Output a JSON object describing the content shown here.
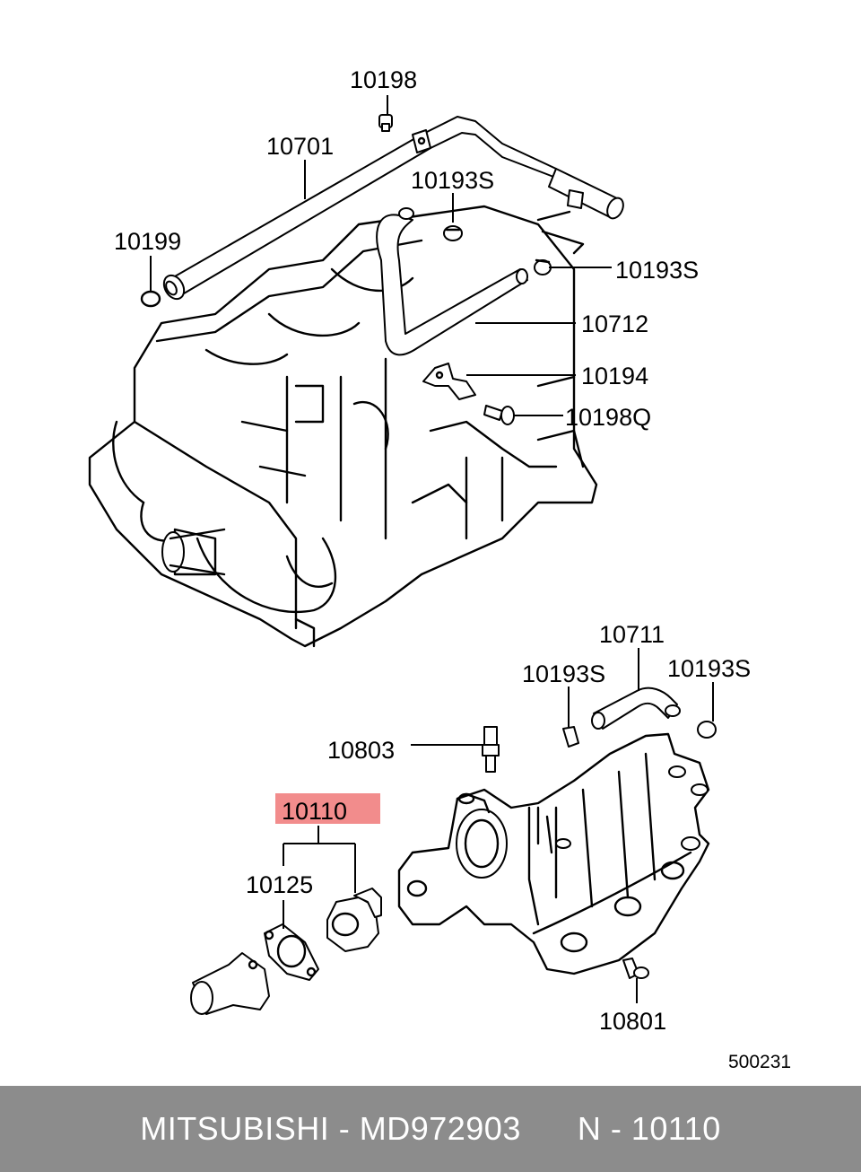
{
  "callouts": {
    "p10198": "10198",
    "p10701": "10701",
    "p10193s_top": "10193S",
    "p10199": "10199",
    "p10193s_right": "10193S",
    "p10712": "10712",
    "p10194": "10194",
    "p10198q": "10198Q",
    "p10711": "10711",
    "p10193s_mid": "10193S",
    "p10193s_far": "10193S",
    "p10803": "10803",
    "p10110": "10110",
    "p10125": "10125",
    "p10801": "10801"
  },
  "highlight_color": "#f28c8c",
  "diagram_code": "500231",
  "footer": {
    "brand": "MITSUBISHI",
    "sep1": " - ",
    "part_number": "MD972903",
    "gap": "      ",
    "ref_prefix": "N",
    "sep2": " - ",
    "ref_number": "10110"
  }
}
